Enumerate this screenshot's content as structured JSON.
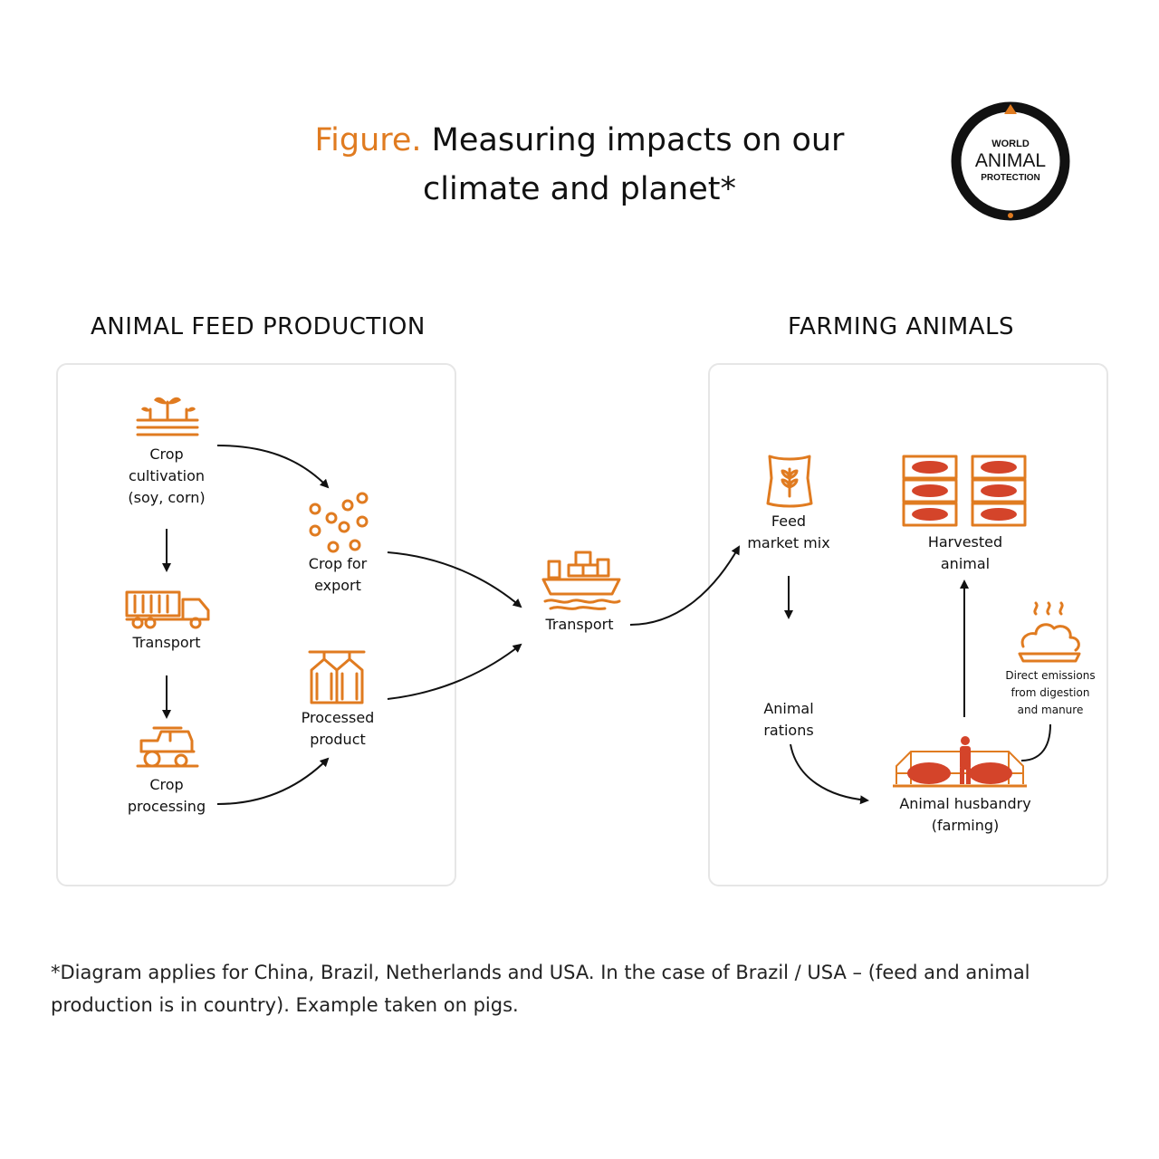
{
  "header": {
    "title_lead": "Figure.",
    "title_rest": " Measuring impacts on our climate and planet*"
  },
  "logo": {
    "line1": "WORLD",
    "line2": "ANIMAL",
    "line3": "PROTECTION"
  },
  "sections": {
    "feed": "ANIMAL FEED PRODUCTION",
    "farming": "FARMING ANIMALS"
  },
  "feed_nodes": {
    "crop_cultivation": [
      "Crop",
      "cultivation",
      "(soy, corn)"
    ],
    "transport_truck": [
      "Transport"
    ],
    "crop_processing": [
      "Crop",
      "processing"
    ],
    "crop_export": [
      "Crop for",
      "export"
    ],
    "processed_product": [
      "Processed",
      "product"
    ]
  },
  "middle_node": {
    "transport_ship": [
      "Transport"
    ]
  },
  "farming_nodes": {
    "feed_market_mix": [
      "Feed",
      "market mix"
    ],
    "animal_rations": [
      "Animal",
      "rations"
    ],
    "animal_husbandry": [
      "Animal husbandry",
      "(farming)"
    ],
    "harvested_animal": [
      "Harvested",
      "animal"
    ],
    "direct_emissions": [
      "Direct emissions",
      "from digestion",
      "and manure"
    ]
  },
  "footnote": "*Diagram applies for China, Brazil, Netherlands and USA. In the case of Brazil / USA – (feed and animal production is in country). Example taken on pigs.",
  "colors": {
    "accent": "#e07b20",
    "text": "#111111",
    "panel_border": "#e6e6e6"
  }
}
